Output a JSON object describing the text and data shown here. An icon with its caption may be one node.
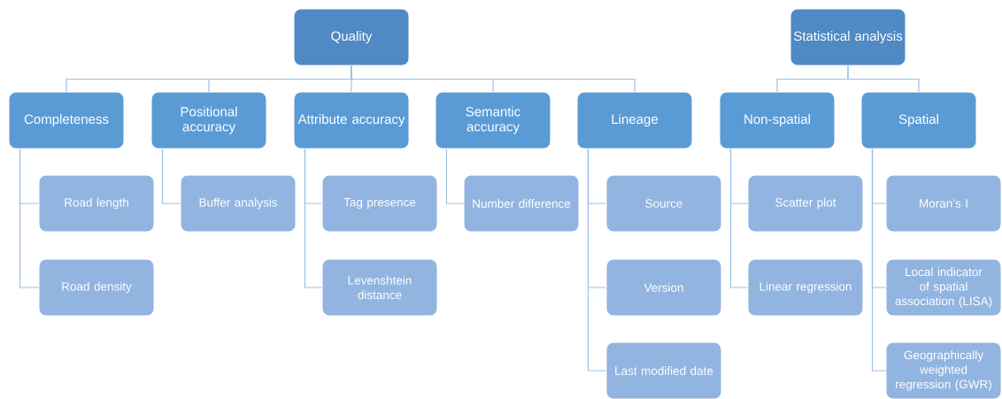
{
  "diagram": {
    "nodes": [
      {
        "text": [
          "Quality"
        ]
      },
      {
        "text": [
          "Statistical analysis"
        ]
      },
      {
        "text": [
          "Completeness"
        ]
      },
      {
        "text": [
          "Positional accuracy"
        ]
      },
      {
        "text": [
          "Attribute accuracy"
        ]
      },
      {
        "text": [
          "Semantic accuracy"
        ]
      },
      {
        "text": [
          "Lineage"
        ]
      },
      {
        "text": [
          "Non-spatial"
        ]
      },
      {
        "text": [
          "Spatial"
        ]
      },
      {
        "text": [
          "Road length"
        ]
      },
      {
        "text": [
          "Road density"
        ]
      },
      {
        "text": [
          "Buffer analysis"
        ]
      },
      {
        "text": [
          "Tag presence"
        ]
      },
      {
        "text": [
          "Levenshtein distance"
        ]
      },
      {
        "text": [
          "Number difference"
        ]
      },
      {
        "text": [
          "Source"
        ]
      },
      {
        "text": [
          "Version"
        ]
      },
      {
        "text": [
          "Last modified date"
        ]
      },
      {
        "text": [
          "Scatter plot"
        ]
      },
      {
        "text": [
          "Linear regression"
        ]
      },
      {
        "text": [
          "Moran’s I"
        ]
      },
      {
        "text": [
          "Local indicator of spatial association (LISA)"
        ]
      },
      {
        "text": [
          "Geographically weighted regression (GWR)"
        ]
      }
    ],
    "edges": [
      {
        "from": 0,
        "to": 2,
        "arrow": "none"
      },
      {
        "from": 0,
        "to": 3,
        "arrow": "none"
      },
      {
        "from": 0,
        "to": 4,
        "arrow": "none"
      },
      {
        "from": 0,
        "to": 5,
        "arrow": "none"
      },
      {
        "from": 0,
        "to": 6,
        "arrow": "none"
      },
      {
        "from": 1,
        "to": 7,
        "arrow": "none"
      },
      {
        "from": 1,
        "to": 8,
        "arrow": "none"
      },
      {
        "from": 2,
        "to": 9,
        "arrow": "none"
      },
      {
        "from": 2,
        "to": 10,
        "arrow": "none"
      },
      {
        "from": 3,
        "to": 11,
        "arrow": "none"
      },
      {
        "from": 4,
        "to": 12,
        "arrow": "none"
      },
      {
        "from": 4,
        "to": 13,
        "arrow": "none"
      },
      {
        "from": 5,
        "to": 14,
        "arrow": "none"
      },
      {
        "from": 6,
        "to": 15,
        "arrow": "none"
      },
      {
        "from": 6,
        "to": 16,
        "arrow": "none"
      },
      {
        "from": 6,
        "to": 17,
        "arrow": "none"
      },
      {
        "from": 7,
        "to": 18,
        "arrow": "none"
      },
      {
        "from": 7,
        "to": 19,
        "arrow": "none"
      },
      {
        "from": 8,
        "to": 20,
        "arrow": "none"
      },
      {
        "from": 8,
        "to": 21,
        "arrow": "none"
      },
      {
        "from": 8,
        "to": 22,
        "arrow": "none"
      }
    ]
  }
}
